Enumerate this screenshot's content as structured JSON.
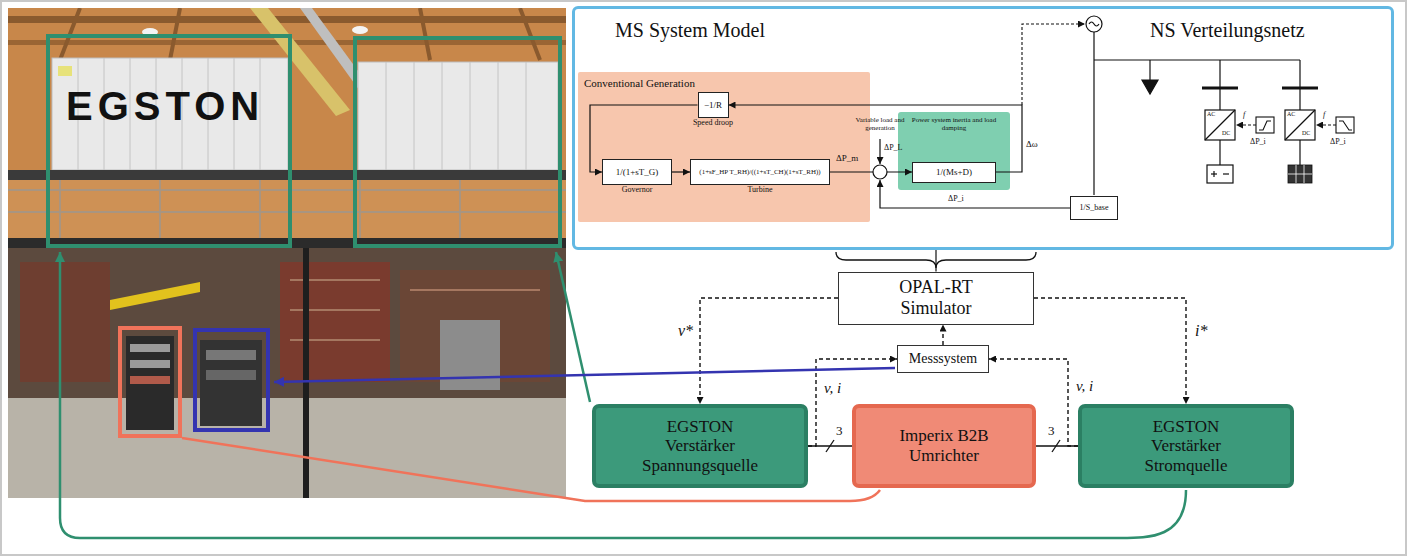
{
  "diagram": {
    "nodes": [
      {
        "text": [
          "MS System Model",
          "NS Verteilungsnetz"
        ]
      },
      {
        "text": [
          "Conventional Generation"
        ],
        "in": 0
      },
      {
        "text": [
          "−1/R",
          "Speed droop"
        ],
        "in": 1
      },
      {
        "text": [
          "1/(1+sT_G)",
          "Governor"
        ],
        "in": 1
      },
      {
        "text": [
          "(1+sF_HP T_RH)/((1+sT_CH)(1+sT_RH))",
          "Turbine"
        ],
        "in": 1
      },
      {
        "text": [
          "Power system inertia and load damping"
        ],
        "in": 0
      },
      {
        "text": [
          "1/(Ms+D)"
        ],
        "in": 5
      },
      {
        "text": [
          "1/S_base"
        ],
        "in": 0
      },
      {
        "text": [
          "OPAL-RT Simulator"
        ]
      },
      {
        "text": [
          "Messsystem"
        ]
      },
      {
        "text": [
          "EGSTON",
          "Verstärker Spannungsquelle"
        ]
      },
      {
        "text": [
          "Imperix B2B Umrichter"
        ]
      },
      {
        "text": [
          "EGSTON",
          "Verstärker Stromquelle"
        ]
      }
    ],
    "edges": [
      {
        "from": 0,
        "to": 8,
        "arrow": "none"
      },
      {
        "from": 2,
        "to": 3,
        "arrow": "to"
      },
      {
        "from": 3,
        "to": 4,
        "arrow": "to"
      },
      {
        "from": 4,
        "to": 6,
        "arrow": "to"
      },
      {
        "from": 6,
        "to": 2,
        "arrow": "to"
      },
      {
        "from": 8,
        "to": 10,
        "label": "v*",
        "arrow": "to"
      },
      {
        "from": 8,
        "to": 12,
        "label": "i*",
        "arrow": "to"
      },
      {
        "from": 9,
        "to": 8,
        "arrow": "to"
      },
      {
        "from": 10,
        "to": 9,
        "label": "v, i",
        "arrow": "to"
      },
      {
        "from": 12,
        "to": 9,
        "label": "v, i",
        "arrow": "to"
      },
      {
        "from": 10,
        "to": 11,
        "label": "3",
        "arrow": "none"
      },
      {
        "from": 11,
        "to": 12,
        "label": "3",
        "arrow": "none"
      }
    ],
    "labels": [
      "EGSTON",
      "ΔP_m",
      "Variable load and generation",
      "ΔP_L",
      "Δω",
      "ΔP_i",
      "AC",
      "DC",
      "AC",
      "DC",
      "f",
      "ΔP_i",
      "f",
      "ΔP_i"
    ]
  }
}
